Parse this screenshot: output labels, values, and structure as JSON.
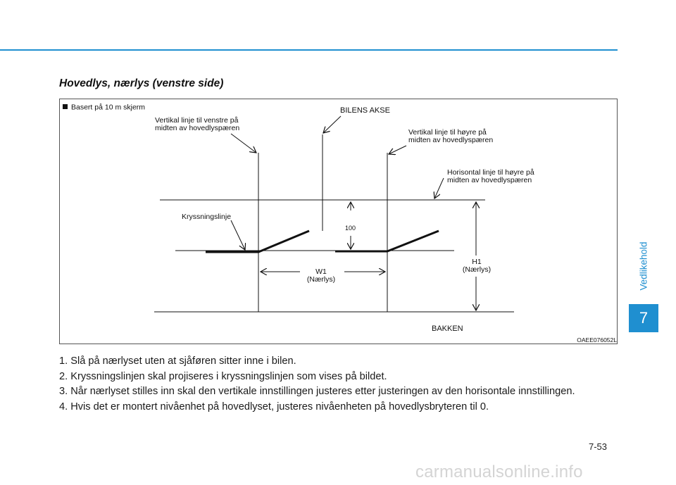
{
  "header": {
    "title": "Hovedlys, nærlys (venstre side)"
  },
  "figure": {
    "note_icon": "black-square-bullet",
    "note": "Basert på 10 m skjerm",
    "label_left_vertical_line1": "Vertikal linje til venstre på",
    "label_left_vertical_line2": "midten av hovedlyspæren",
    "label_car_axis": "BILENS AKSE",
    "label_right_vertical_line1": "Vertikal linje til høyre på",
    "label_right_vertical_line2": "midten av hovedlyspæren",
    "label_horizontal_line1": "Horisontal linje til høyre på",
    "label_horizontal_line2": "midten av hovedlyspæren",
    "label_cutoff": "Kryssningslinje",
    "label_offset": "100",
    "label_w1_line1": "W1",
    "label_w1_line2": "(Nærlys)",
    "label_h1_line1": "H1",
    "label_h1_line2": "(Nærlys)",
    "label_ground": "BAKKEN",
    "code": "OAEE076052L"
  },
  "instructions": [
    "1. Slå på nærlyset uten at sjåføren sitter inne i bilen.",
    "2. Kryssningslinjen skal projiseres i kryssningslinjen som vises på bildet.",
    "3. Når nærlyset stilles inn skal den vertikale innstillingen justeres etter justeringen av den horisontale innstillingen.",
    "4. Hvis det er montert nivåenhet på hovedlyset, justeres nivåenheten på hovedlysbryteren til 0."
  ],
  "sidebar": {
    "chapter_label": "Vedlikehold",
    "chapter_number": "7"
  },
  "footer": {
    "page_number": "7-53",
    "watermark": "carmanualsonline.info"
  },
  "colors": {
    "accent": "#1f8fd0"
  }
}
